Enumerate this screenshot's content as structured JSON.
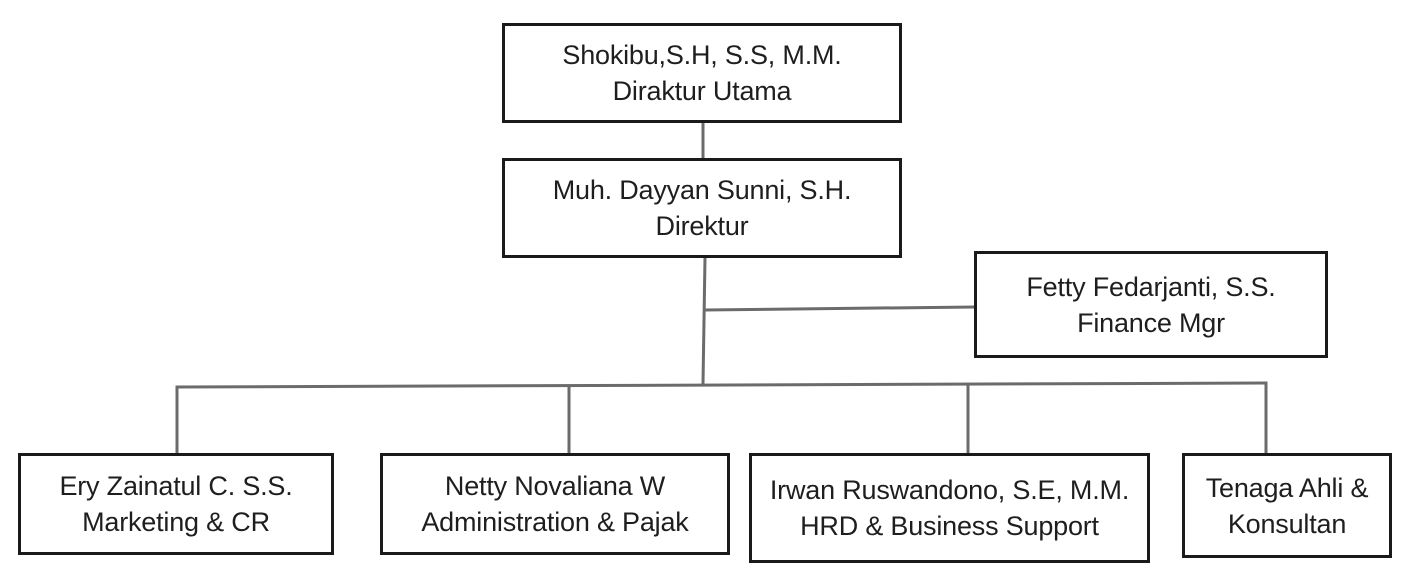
{
  "org_chart": {
    "direktur_utama": {
      "name": "Shokibu,S.H, S.S, M.M.",
      "role": "Diraktur Utama"
    },
    "direktur": {
      "name": "Muh. Dayyan Sunni, S.H.",
      "role": "Direktur"
    },
    "finance": {
      "name": "Fetty Fedarjanti, S.S.",
      "role": "Finance Mgr"
    },
    "departments": [
      {
        "name": "Ery Zainatul C. S.S.",
        "role": "Marketing & CR"
      },
      {
        "name": "Netty Novaliana W",
        "role": "Administration & Pajak"
      },
      {
        "name": "Irwan Ruswandono, S.E, M.M.",
        "role": "HRD & Business Support"
      },
      {
        "name": "Tenaga Ahli &",
        "role": "Konsultan"
      }
    ]
  },
  "colors": {
    "box_border": "#1a1a1a",
    "connector": "#6b6b6b",
    "text": "#1e1e1e",
    "background": "#ffffff"
  }
}
